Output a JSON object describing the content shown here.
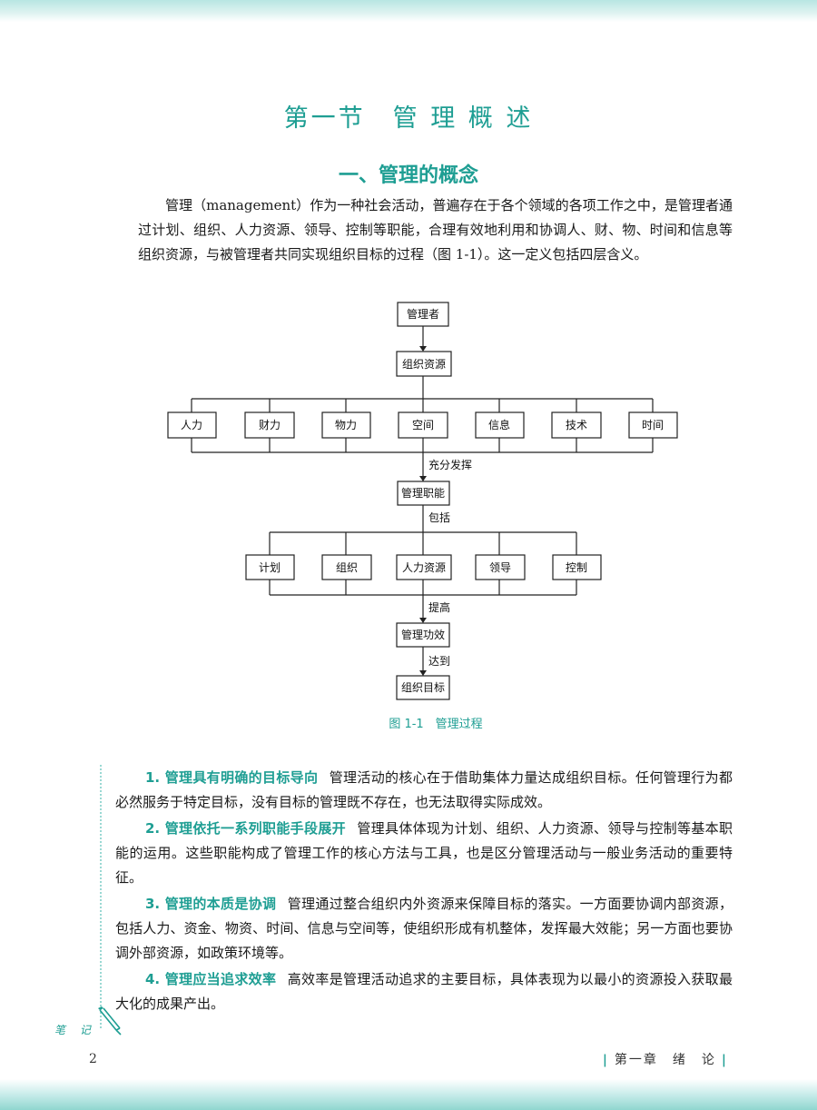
{
  "section_title": "第一节　管 理 概 述",
  "subsection_title": "一、管理的概念",
  "intro_paragraph": "管理（management）作为一种社会活动，普遍存在于各个领域的各项工作之中，是管理者通过计划、组织、人力资源、领导、控制等职能，合理有效地利用和协调人、财、物、时间和信息等组织资源，与被管理者共同实现组织目标的过程（图 1-1）。这一定义包括四层含义。",
  "diagram": {
    "manager": "管理者",
    "org_resources": "组织资源",
    "resources": [
      "人力",
      "财力",
      "物力",
      "空间",
      "信息",
      "技术",
      "时间"
    ],
    "label_utilize": "充分发挥",
    "mgmt_functions": "管理职能",
    "label_include": "包括",
    "functions": [
      "计划",
      "组织",
      "人力资源",
      "领导",
      "控制"
    ],
    "label_improve": "提高",
    "mgmt_efficacy": "管理功效",
    "label_achieve": "达到",
    "org_goal": "组织目标"
  },
  "figure_caption": "图 1-1　管理过程",
  "points": [
    {
      "heading": "1. 管理具有明确的目标导向",
      "text": "管理活动的核心在于借助集体力量达成组织目标。任何管理行为都必然服务于特定目标，没有目标的管理既不存在，也无法取得实际成效。"
    },
    {
      "heading": "2. 管理依托一系列职能手段展开",
      "text": "管理具体体现为计划、组织、人力资源、领导与控制等基本职能的运用。这些职能构成了管理工作的核心方法与工具，也是区分管理活动与一般业务活动的重要特征。"
    },
    {
      "heading": "3. 管理的本质是协调",
      "text": "管理通过整合组织内外资源来保障目标的落实。一方面要协调内部资源，包括人力、资金、物资、时间、信息与空间等，使组织形成有机整体，发挥最大效能；另一方面也要协调外部资源，如政策环境等。"
    },
    {
      "heading": "4. 管理应当追求效率",
      "text": "高效率是管理活动追求的主要目标，具体表现为以最小的资源投入获取最大化的成果产出。"
    }
  ],
  "notes_label": "笔 记",
  "page_number": "2",
  "running_head": "第一章　绪　论",
  "colors": {
    "accent": "#1e9e93",
    "band": "#8fd6cf"
  }
}
